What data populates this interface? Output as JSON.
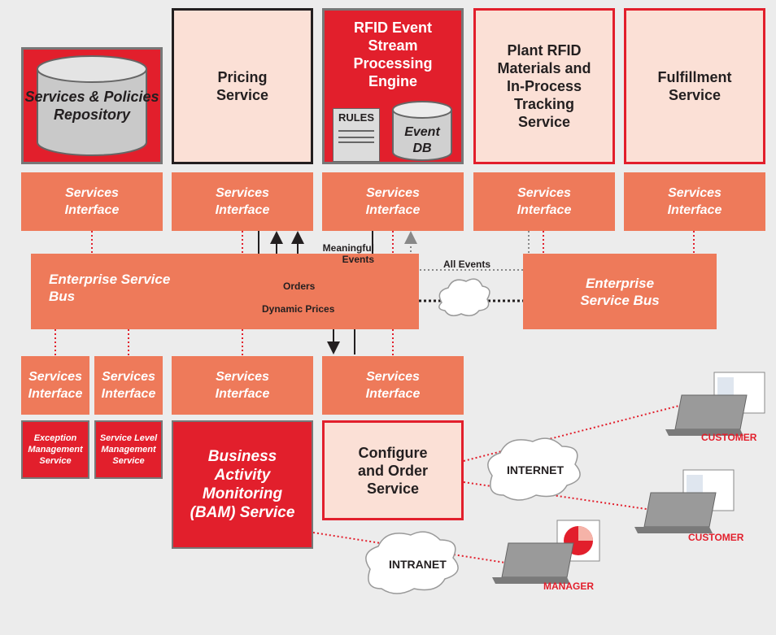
{
  "top": {
    "repository": "Services & Policies Repository",
    "pricing": "Pricing Service",
    "rfid": "RFID Event Stream Processing Engine",
    "rules": "RULES",
    "event_db": "Event DB",
    "plant": "Plant RFID Materials and In-Process Tracking Service",
    "fulfillment": "Fulfillment Service"
  },
  "interface_label": "Services Interface",
  "bus": {
    "left": "Enterprise Service Bus",
    "right": "Enterprise Service Bus"
  },
  "flows": {
    "meaningful": "Meaningful Events",
    "all_events": "All Events",
    "orders": "Orders",
    "dynamic_prices": "Dynamic Prices"
  },
  "bottom": {
    "exception": "Exception Management Service",
    "service_level": "Service Level Management Service",
    "bam": "Business Activity Monitoring (BAM) Service",
    "configure": "Configure and Order Service"
  },
  "network": {
    "internet": "INTERNET",
    "intranet": "INTRANET"
  },
  "clients": {
    "customer1": "CUSTOMER",
    "customer2": "CUSTOMER",
    "manager": "MANAGER"
  },
  "colors": {
    "background": "#ececec",
    "interface": "#ee7a5a",
    "pale": "#fbe0d6",
    "red": "#e21f2c"
  }
}
